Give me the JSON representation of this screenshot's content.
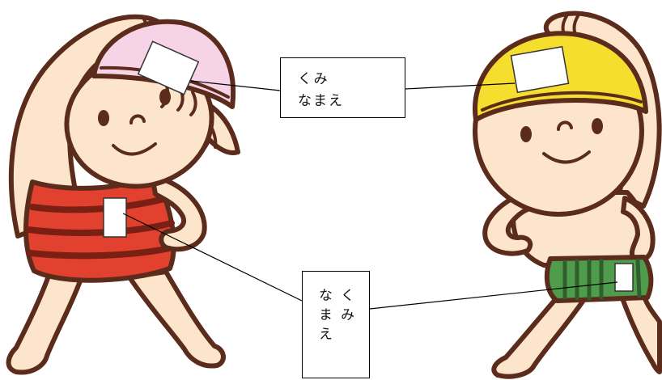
{
  "labels": {
    "top": {
      "line1": "くみ",
      "line2": "なまえ"
    },
    "bottom": {
      "line1": "くみ",
      "line2": "なまえ"
    }
  },
  "colors": {
    "outline": "#5b2b1b",
    "skin": "#fde5cc",
    "girl_cap": "#f6d3e6",
    "girl_suit": "#e2412f",
    "boy_cap": "#f6de2e",
    "boy_shorts": "#4f9c4d"
  }
}
